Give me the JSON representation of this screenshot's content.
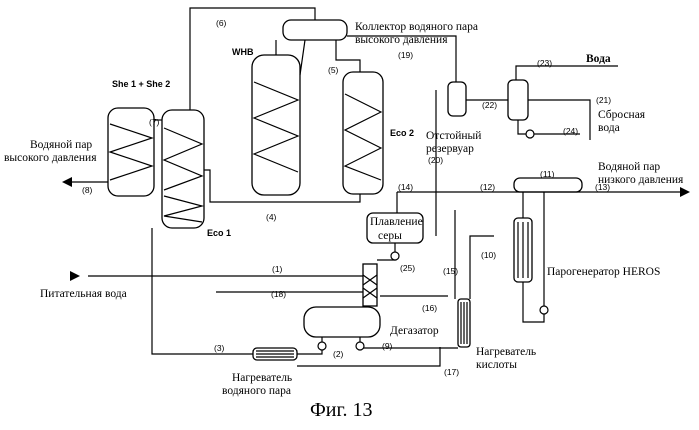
{
  "labels": {
    "hp_collector": [
      "Коллектор водяного пара",
      "высокого давления"
    ],
    "water": "Вода",
    "settling_tank": [
      "Отстойный",
      "резервуар"
    ],
    "blowdown_water": [
      "Сбросная",
      "вода"
    ],
    "lp_steam": [
      "Водяной пар",
      "низкого давления"
    ],
    "hp_steam": [
      "Водяной пар",
      "высокого давления"
    ],
    "sulfur_melting": [
      "Плавление",
      "серы"
    ],
    "feed_water": "Питательная вода",
    "heros": "Парогенератор HEROS",
    "deaerator": "Дегазатор",
    "acid_heater": [
      "Нагреватель",
      "кислоты"
    ],
    "steam_heater": [
      "Нагреватель",
      "водяного пара"
    ],
    "whb": "WHB",
    "eco2": "Eco 2",
    "eco1": "Eco 1",
    "she": "She 1 + She 2",
    "caption": "Фиг. 13"
  },
  "stream_numbers": [
    "(1)",
    "(2)",
    "(3)",
    "(4)",
    "(5)",
    "(6)",
    "(7)",
    "(8)",
    "(9)",
    "(10)",
    "(11)",
    "(12)",
    "(13)",
    "(14)",
    "(15)",
    "(16)",
    "(17)",
    "(18)",
    "(19)",
    "(20)",
    "(21)",
    "(22)",
    "(23)",
    "(24)",
    "(25)"
  ],
  "colors": {
    "line": "#000000",
    "background": "#ffffff"
  }
}
